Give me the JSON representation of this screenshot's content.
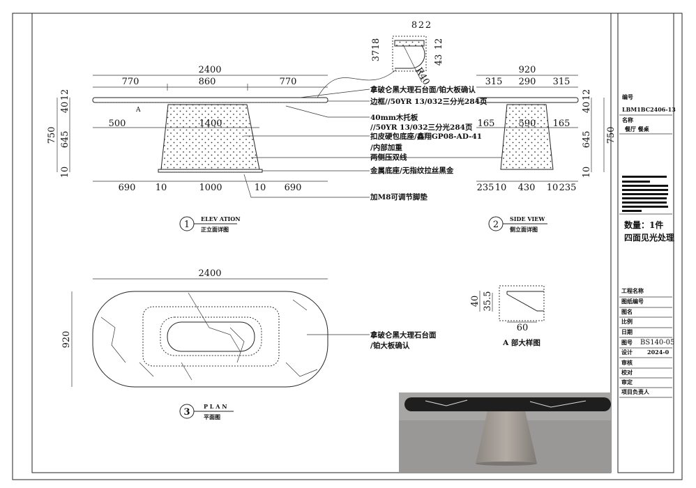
{
  "front_elevation": {
    "overall_width": "2400",
    "top_segments": [
      "770",
      "860",
      "770"
    ],
    "mid_segments": [
      "500",
      "1400"
    ],
    "bottom_segments": [
      "690",
      "10",
      "1000",
      "10",
      "690"
    ],
    "height_total": "750",
    "height_parts": [
      "40",
      "12",
      "645",
      "10"
    ],
    "section_marker": "A",
    "view_number": "1",
    "view_title_en": "ELEV ATION",
    "view_title_cn": "正立面详图"
  },
  "annotations": [
    "拿破仑黑大理石台面/铂大板确认",
    "边框//50YR 13/032三分光284页",
    "40mm木托板",
    "//50YR 13/032三分光284页",
    "扣皮硬包底座/鑫翔GP08-AD-41",
    "/内部加重",
    "两侧压双线",
    "金属底座/无指纹拉丝黑金",
    "加M8可调节脚垫"
  ],
  "edge_detail": {
    "top_dims": [
      "2",
      "8",
      "2"
    ],
    "left_dims": [
      "37",
      "18"
    ],
    "right_dims": [
      "43",
      "12"
    ],
    "radius": "R40"
  },
  "side_view": {
    "overall_width": "920",
    "top_segments": [
      "315",
      "290",
      "315"
    ],
    "mid_segments": [
      "165",
      "590",
      "165"
    ],
    "bottom_segments": [
      "235",
      "10",
      "430",
      "10",
      "235"
    ],
    "height_total": "750",
    "height_parts": [
      "40",
      "12",
      "645",
      "10"
    ],
    "view_number": "2",
    "view_title_en": "SIDE VIEW",
    "view_title_cn": "侧立面详图"
  },
  "plan": {
    "width": "2400",
    "depth": "920",
    "annotation_lines": [
      "拿破仑黑大理石台面",
      "/铂大板确认"
    ],
    "view_number": "3",
    "view_title_en": "P L A N",
    "view_title_cn": "平面图"
  },
  "detail_a": {
    "dims": [
      "40",
      "35.5",
      "60"
    ],
    "title": "A 部大样图"
  },
  "title_block": {
    "code_label": "编号",
    "code": "LBM1BC2406-13",
    "name_label": "名称",
    "name": "餐厅  餐桌",
    "quantity": "数量：1件",
    "finish": "四面见光处理",
    "rows": [
      "工程名称",
      "图纸编号",
      "图名",
      "比例",
      "日期",
      "图号",
      "设计",
      "审核",
      "校对",
      "审定",
      "项目负责人"
    ],
    "drawing_no": "BS140-05",
    "date": "2024-0"
  },
  "colors": {
    "line": "#222222",
    "photo_bg": "#9a9896",
    "pedestal": "#a39c95",
    "marble": "#1e1e1e"
  }
}
